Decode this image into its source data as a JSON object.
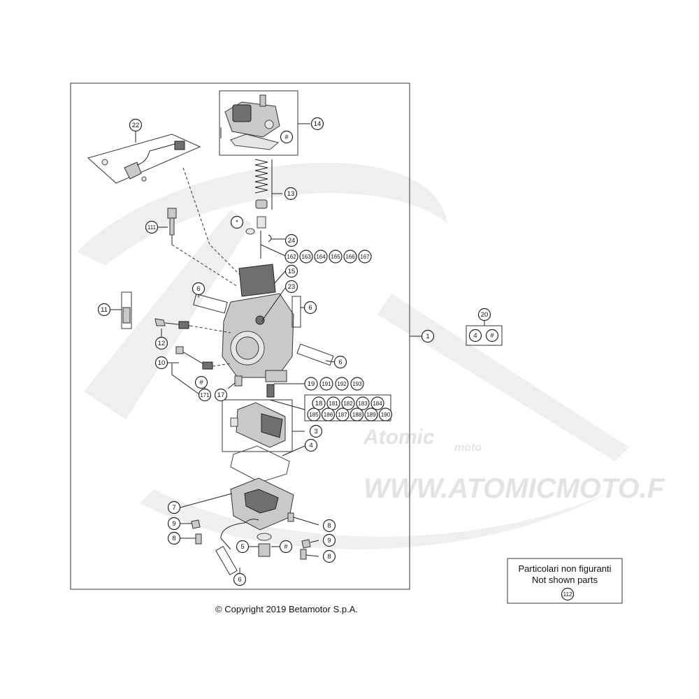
{
  "copyright": "© Copyright 2019 Betamotor S.p.A.",
  "legend": {
    "line1": "Particolari non figuranti",
    "line2": "Not shown parts",
    "ref": "112"
  },
  "watermark": {
    "brand": "Atomic",
    "sub": "moto",
    "url": "WWW.ATOMICMOTO.F"
  },
  "callouts": {
    "c1": "1",
    "c3": "3",
    "c4": "4",
    "c5": "5",
    "c5hash": "#",
    "c6a": "6",
    "c6b": "6",
    "c6c": "6",
    "c6d": "6",
    "c7": "7",
    "c8a": "8",
    "c8b": "8",
    "c8c": "8",
    "c9a": "9",
    "c9b": "9",
    "c10": "10",
    "c10hash": "#",
    "c11": "11",
    "c12": "12",
    "c13": "13",
    "c14": "14",
    "c14hash": "#",
    "c15": "15",
    "c17": "17",
    "c171": "171",
    "c20": "20",
    "c20a": "4",
    "c20b": "#",
    "c22": "22",
    "c23": "23",
    "c24": "24",
    "c111": "111",
    "cstar": "*",
    "row162": [
      "162",
      "163",
      "164",
      "165",
      "166",
      "167"
    ],
    "row19": [
      "19",
      "191",
      "192",
      "193"
    ],
    "row18a": [
      "18",
      "181",
      "182",
      "183",
      "184"
    ],
    "row18b": [
      "185",
      "186",
      "187",
      "188",
      "189",
      "190"
    ]
  }
}
